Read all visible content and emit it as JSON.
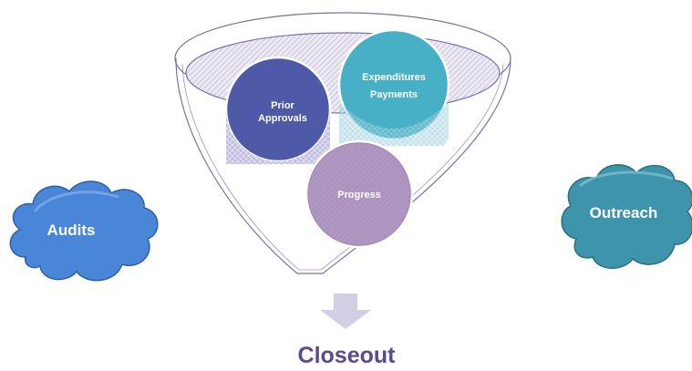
{
  "funnel": {
    "bubbles": [
      {
        "id": "prior-approvals",
        "lines": [
          "Prior",
          "Approvals"
        ],
        "color": "#4e5aa8"
      },
      {
        "id": "expenditures-payments",
        "lines": [
          "Expenditures",
          "Payments"
        ],
        "color": "#47b0c6"
      },
      {
        "id": "progress",
        "lines": [
          "Progress"
        ],
        "color": "#9a7bb0"
      }
    ],
    "outline_color": "#7f6fa8",
    "rim_color": "#cfc9df"
  },
  "clouds": [
    {
      "id": "audits",
      "label": "Audits",
      "color": "#4a86d8"
    },
    {
      "id": "outreach",
      "label": "Outreach",
      "color": "#3e95ab"
    }
  ],
  "arrow": {
    "color": "#d2cfe4"
  },
  "closeout": {
    "label": "Closeout",
    "color": "#5e4a8a"
  }
}
